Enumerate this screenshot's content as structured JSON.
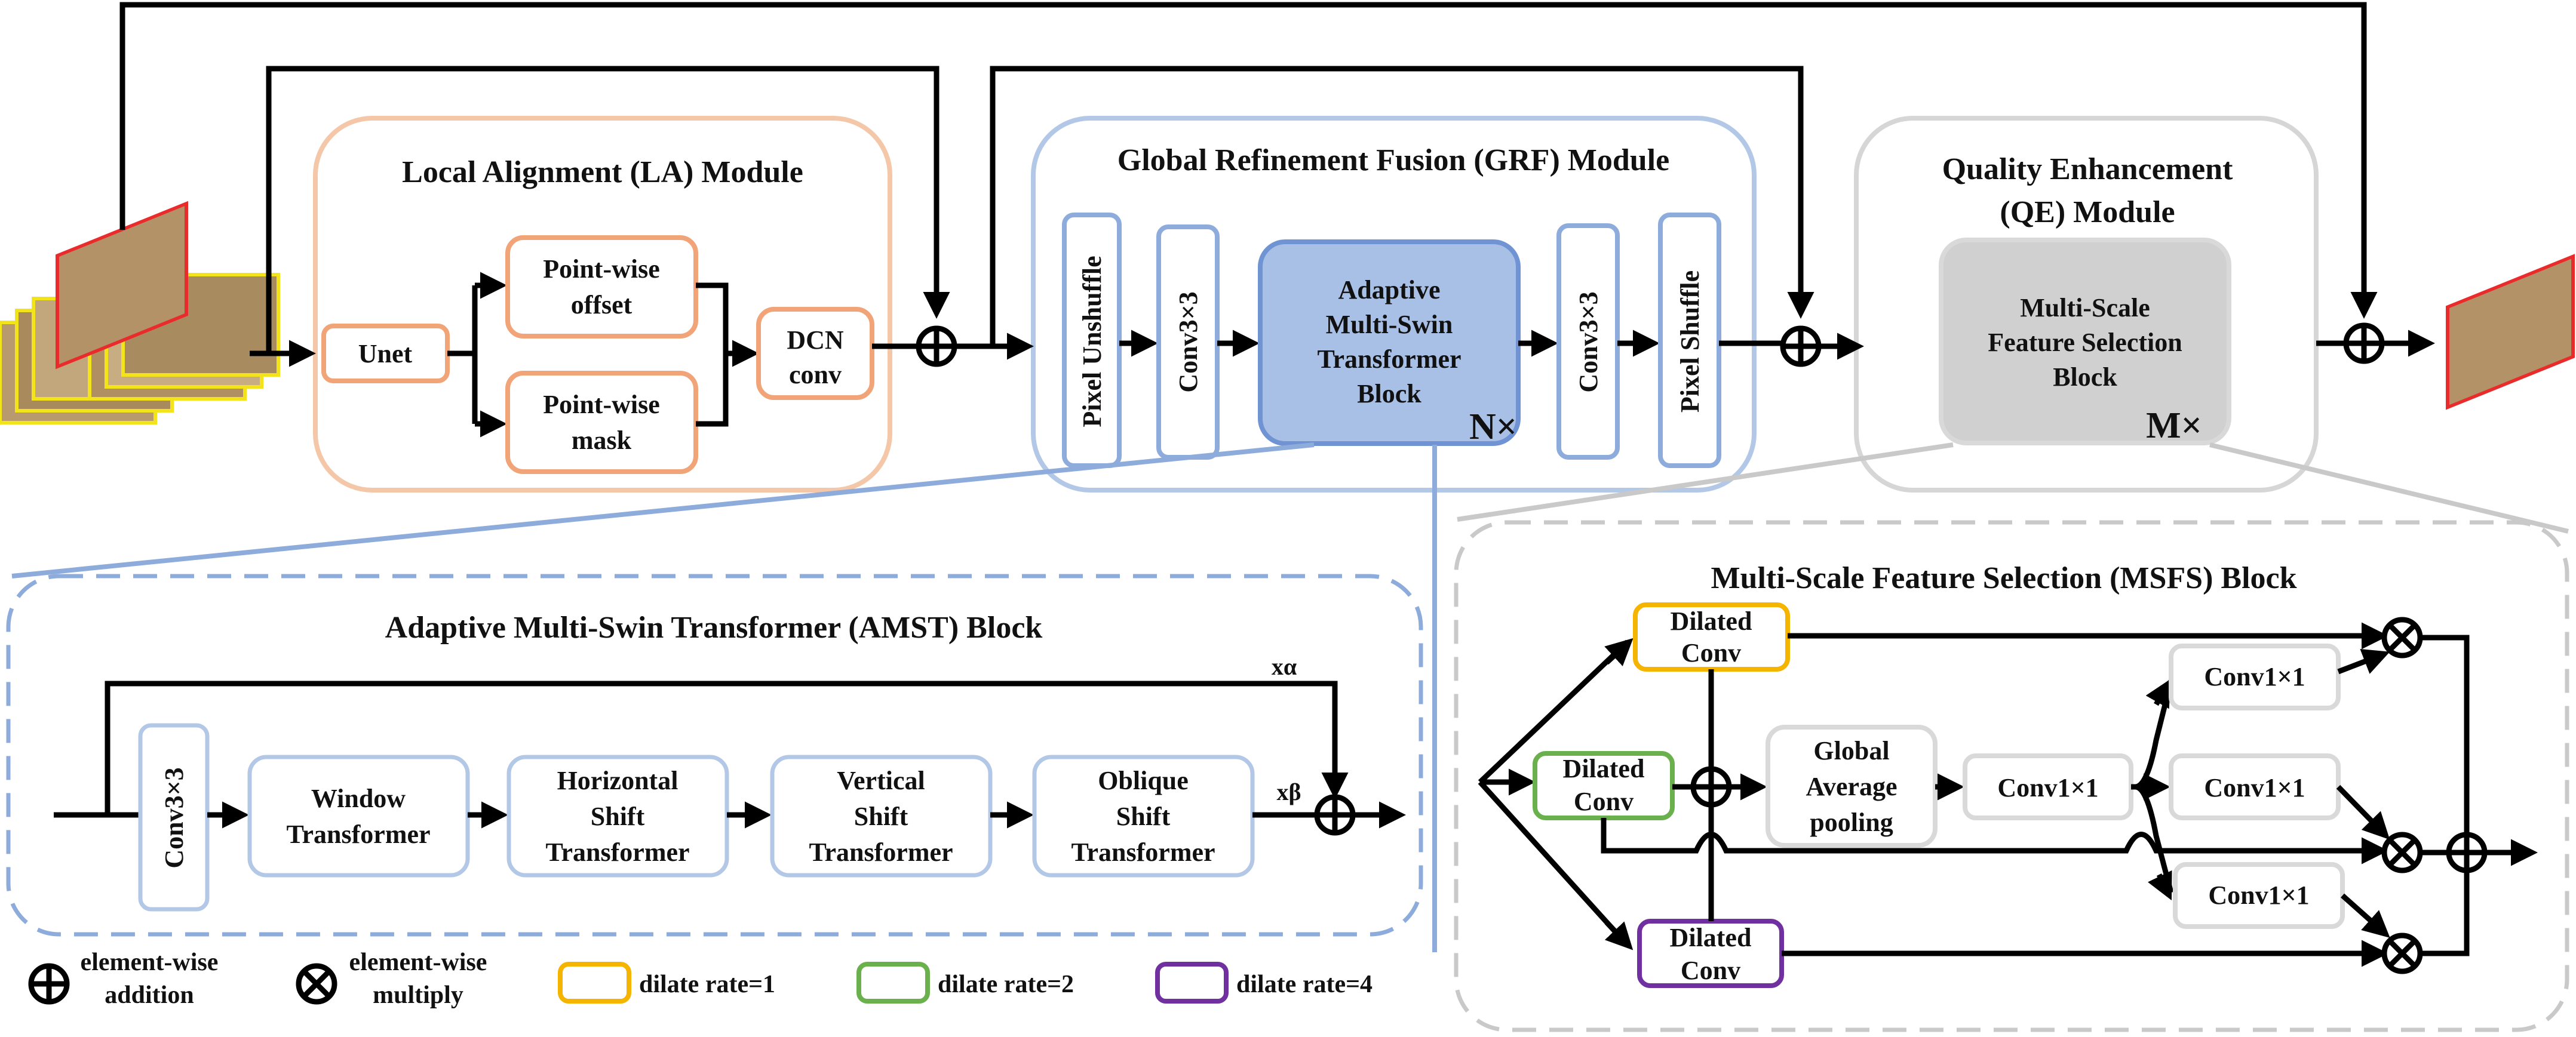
{
  "colors": {
    "la_border": "#f4c7a9",
    "la_box": "#f0a478",
    "grf_border": "#b3c8e6",
    "grf_box": "#8eacdb",
    "amst_fill": "#a9c0e6",
    "amst_border": "#6f93d3",
    "qe_border": "#d6d6d6",
    "msfs_fill": "#d0d0d0",
    "gray_box": "#d9d9d9",
    "dilate1": "#f5b400",
    "dilate2": "#6ab04c",
    "dilate4": "#7030a0",
    "frame_yellow": "#f2e31a",
    "frame_red": "#ea2b2b"
  },
  "la": {
    "title": "Local Alignment (LA) Module",
    "unet": "Unet",
    "offset_l1": "Point-wise",
    "offset_l2": "offset",
    "mask_l1": "Point-wise",
    "mask_l2": "mask",
    "dcn_l1": "DCN",
    "dcn_l2": "conv"
  },
  "grf": {
    "title": "Global Refinement Fusion (GRF) Module",
    "pixel_unshuffle": "Pixel Unshuffle",
    "conv_a": "Conv3×3",
    "amst_l1": "Adaptive",
    "amst_l2": "Multi-Swin",
    "amst_l3": "Transformer",
    "amst_l4": "Block",
    "n_times": "N×",
    "conv_b": "Conv3×3",
    "pixel_shuffle": "Pixel Shuffle"
  },
  "qe": {
    "title_l1": "Quality Enhancement",
    "title_l2": "(QE) Module",
    "msfs_l1": "Multi-Scale",
    "msfs_l2": "Feature Selection",
    "msfs_l3": "Block",
    "m_times": "M×"
  },
  "amst": {
    "title": "Adaptive Multi-Swin Transformer (AMST) Block",
    "conv": "Conv3×3",
    "window_l1": "Window",
    "window_l2": "Transformer",
    "hshift_l1": "Horizontal",
    "hshift_l2": "Shift",
    "hshift_l3": "Transformer",
    "vshift_l1": "Vertical",
    "vshift_l2": "Shift",
    "vshift_l3": "Transformer",
    "oshift_l1": "Oblique",
    "oshift_l2": "Shift",
    "oshift_l3": "Transformer",
    "alpha": "xα",
    "beta": "xβ"
  },
  "msfs": {
    "title": "Multi-Scale Feature Selection (MSFS) Block",
    "dil_top_l1": "Dilated",
    "dil_top_l2": "Conv",
    "dil_mid_l1": "Dilated",
    "dil_mid_l2": "Conv",
    "dil_bot_l1": "Dilated",
    "dil_bot_l2": "Conv",
    "gap_l1": "Global",
    "gap_l2": "Average",
    "gap_l3": "pooling",
    "conv_center": "Conv1×1",
    "conv_top": "Conv1×1",
    "conv_mid": "Conv1×1",
    "conv_bot": "Conv1×1"
  },
  "legend": {
    "add_l1": "element-wise",
    "add_l2": "addition",
    "mul_l1": "element-wise",
    "mul_l2": "multiply",
    "dilate1": "dilate rate=1",
    "dilate2": "dilate rate=2",
    "dilate4": "dilate rate=4"
  }
}
